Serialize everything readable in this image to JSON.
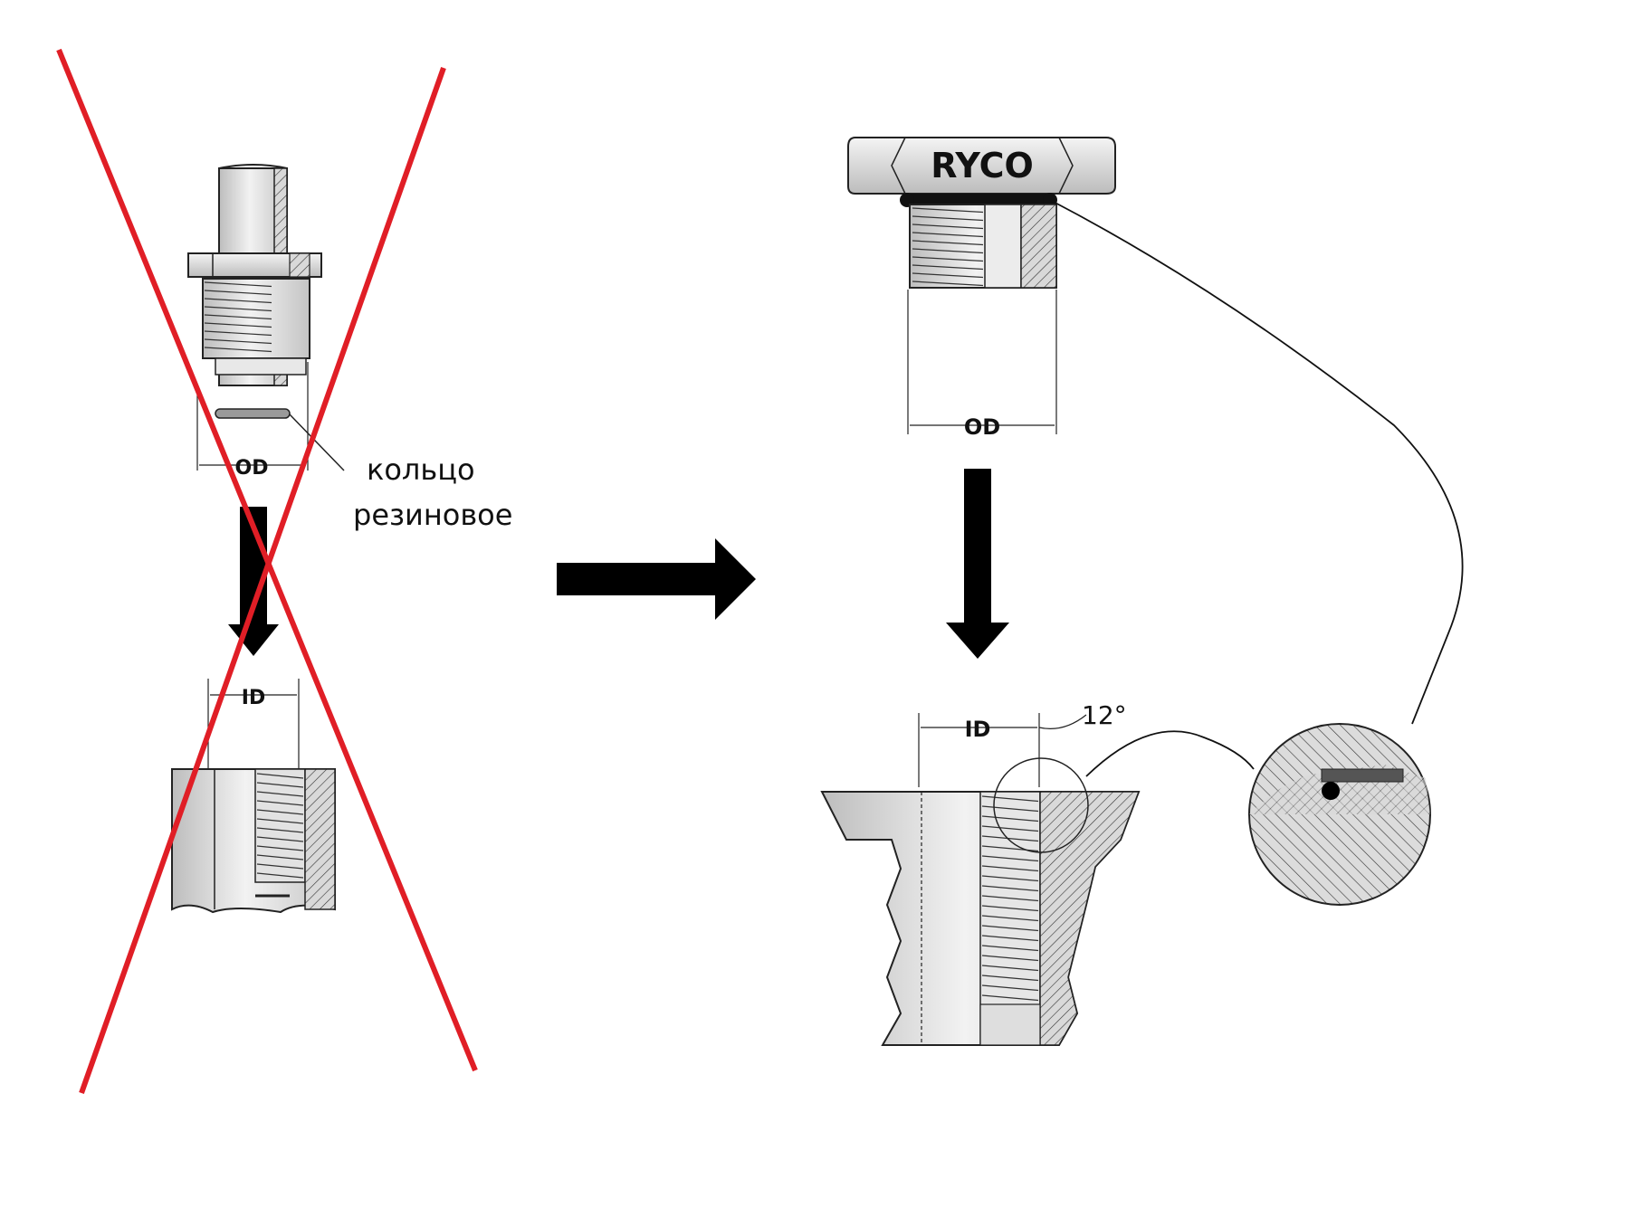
{
  "left": {
    "od_label": "OD",
    "id_label": "ID",
    "oring_line1": "кольцо",
    "oring_line2": "резиновое",
    "crossed_out": true,
    "cross_color": "#e01e26"
  },
  "right": {
    "brand": "RYCO",
    "od_label": "OD",
    "id_label": "ID",
    "angle_label": "12°"
  },
  "colors": {
    "metal_light": "#e6e6e6",
    "metal_mid": "#c9c9c9",
    "outline": "#222222",
    "arrow": "#000000"
  },
  "icons": {
    "transition_arrow": "right-arrow-icon",
    "assembly_arrow": "down-arrow-icon"
  }
}
